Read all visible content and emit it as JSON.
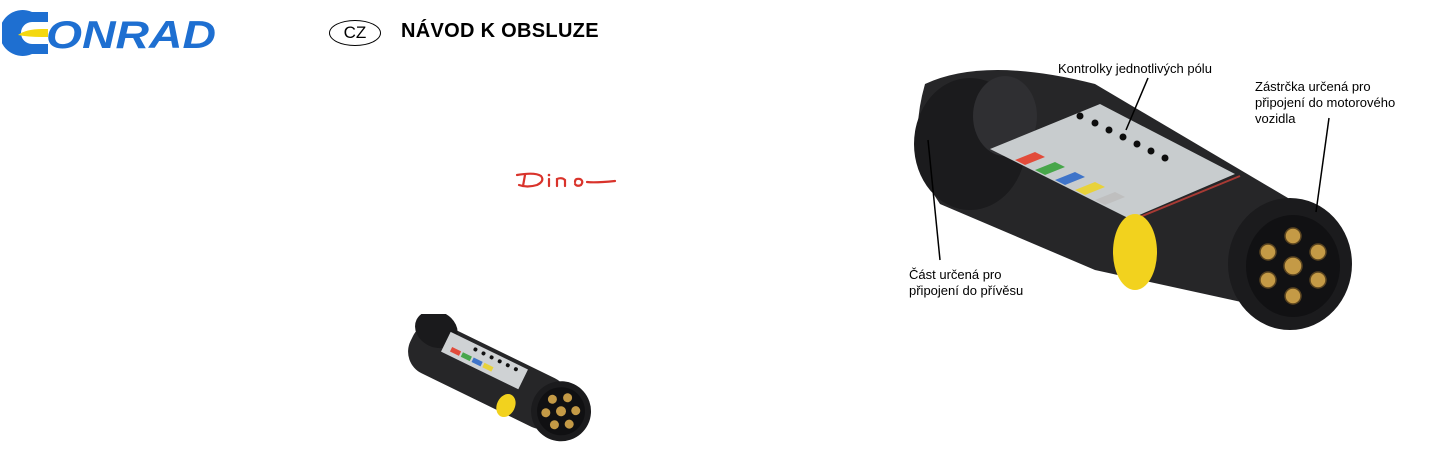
{
  "header": {
    "brand": "ONRAD",
    "language_code": "CZ",
    "title": "NÁVOD K OBSLUZE"
  },
  "product_brand": "Dino",
  "labels": {
    "indicator_lights": "Kontrolky jednotlivých pólu",
    "vehicle_plug": [
      "Zástrčka určená pro",
      "připojení do motorového",
      "vozidla"
    ],
    "trailer_part": [
      "Část určená pro",
      "připojení do přívěsu"
    ]
  },
  "colors": {
    "brand_blue": "#1e6fd1",
    "brand_yellow": "#f4d80f",
    "dino_red": "#d9332b",
    "device_body": "#262628",
    "device_yellow": "#f2d21e"
  }
}
